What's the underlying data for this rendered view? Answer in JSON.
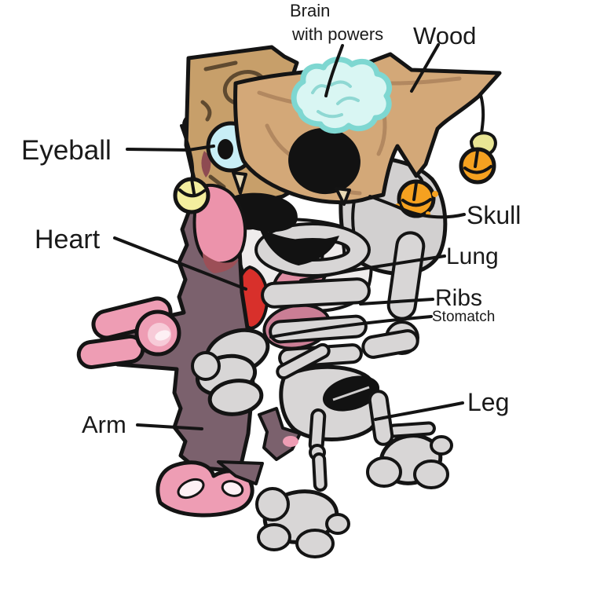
{
  "diagram": {
    "labels": {
      "brain_line1": "Brain",
      "brain_line2": "with powers",
      "wood": "Wood",
      "eyeball": "Eyeball",
      "skull": "Skull",
      "heart": "Heart",
      "lung": "Lung",
      "ribs": "Ribs",
      "stomach": "Stomatch",
      "arm": "Arm",
      "leg": "Leg"
    },
    "colors": {
      "background": "#ffffff",
      "outline": "#141414",
      "wood": "#d3a878",
      "ear_fur": "#c79f6a",
      "body_fur": "#7b616d",
      "brain_fill": "#d9f6f3",
      "brain_stroke": "#7ed7d1",
      "eyeball": "#c8eef6",
      "bone": "#d8d6d6",
      "skull": "#d2d0d0",
      "chest": "#efecec",
      "heart": "#d8302b",
      "lung": "#e08da3",
      "stomach": "#ca7e95",
      "flesh_pink": "#ee9db4",
      "mouth_pink": "#ec93ab",
      "bell_orange": "#f5a120",
      "bell_yellow": "#f3ee9e",
      "label_text": "#1a1a1a"
    }
  }
}
